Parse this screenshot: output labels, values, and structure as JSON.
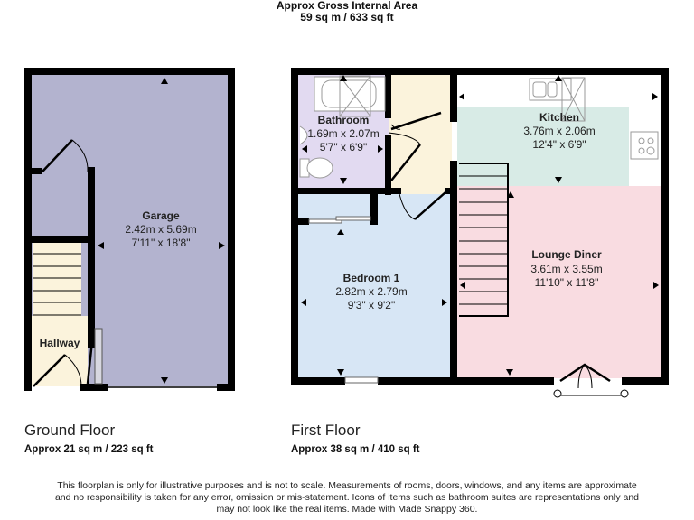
{
  "header": {
    "title": "Approx Gross Internal Area",
    "total_area": "59 sq m / 633 sq ft"
  },
  "ground_floor": {
    "label": "Ground Floor",
    "area": "Approx 21 sq m / 223 sq ft",
    "rooms": [
      {
        "name": "Garage",
        "metric": "2.42m x 5.69m",
        "imperial": "7'11\" x 18'8\"",
        "color": "#b3b3cf"
      },
      {
        "name": "Hallway",
        "metric": "",
        "imperial": "",
        "color": "#fbf3dc"
      }
    ]
  },
  "first_floor": {
    "label": "First Floor",
    "area": "Approx 38 sq m / 410 sq ft",
    "rooms": [
      {
        "name": "Bathroom",
        "metric": "1.69m x 2.07m",
        "imperial": "5'7\" x 6'9\"",
        "color": "#e2daf1"
      },
      {
        "name": "Kitchen",
        "metric": "3.76m x 2.06m",
        "imperial": "12'4\" x 6'9\"",
        "color": "#d8ebe6"
      },
      {
        "name": "Bedroom 1",
        "metric": "2.82m x 2.79m",
        "imperial": "9'3\" x 9'2\"",
        "color": "#d7e6f5"
      },
      {
        "name": "Lounge Diner",
        "metric": "3.61m x 3.55m",
        "imperial": "11'10\" x 11'8\"",
        "color": "#f9dce1"
      }
    ],
    "landing_color": "#fbf3dc"
  },
  "disclaimer": {
    "line1": "This floorplan is only for illustrative purposes and is not to scale. Measurements of rooms, doors, windows, and any items are approximate",
    "line2": "and no responsibility is taken for any error, omission or mis-statement. Icons of items such as bathroom suites are representations only and",
    "line3": "may not look like the real items. Made with Made Snappy 360."
  },
  "colors": {
    "wall": "#000000",
    "fixture_stroke": "#9a9a9a"
  }
}
